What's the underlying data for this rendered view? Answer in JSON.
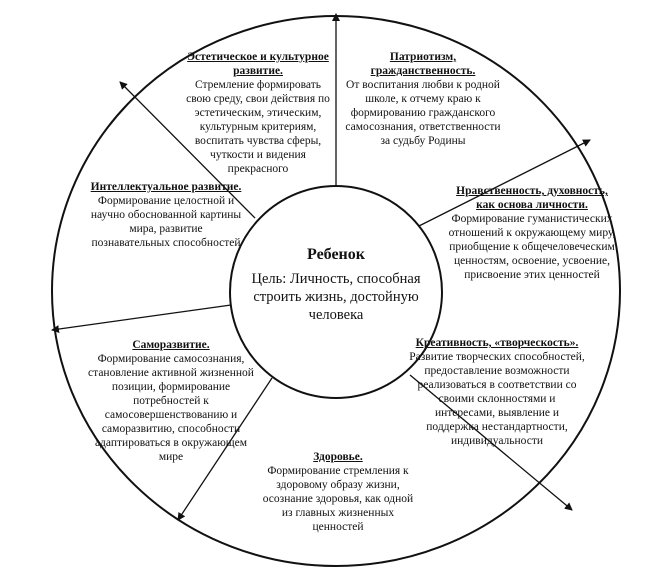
{
  "center": {
    "title": "Ребенок",
    "goal": "Цель: Личность, способная строить жизнь, достойную человека"
  },
  "sectors": [
    {
      "title": "Эстетическое и культурное развитие.",
      "description": "Стремление формировать свою среду, свои действия по эстетическим, этическим, культурным критериям, воспитать чувства сферы, чуткости и видения прекрасного"
    },
    {
      "title": "Патриотизм, гражданственность.",
      "description": "От воспитания любви к родной школе, к отчему краю к формированию гражданского самосознания, ответственности за судьбу Родины"
    },
    {
      "title": "Нравственность, духовность, как основа личности.",
      "description": "Формирование гуманистических отношений к окружающему миру, приобщение к общечеловеческим ценностям, освоение, усвоение, присвоение этих ценностей"
    },
    {
      "title": "Креативность, «творческость».",
      "description": "Развитие творческих способностей, предоставление возможности реализоваться в соответствии со своими склонностями и интересами, выявление и поддержка нестандартности, индивидуальности"
    },
    {
      "title": "Здоровье.",
      "description": "Формирование стремления к здоровому образу жизни, осознание здоровья, как одной из главных жизненных ценностей"
    },
    {
      "title": "Саморазвитие.",
      "description": "Формирование самосознания, становление активной жизненной позиции, формирование потребностей к самосовершенствованию и саморазвитию, способности адаптироваться в окружающем мире"
    },
    {
      "title": "Интеллектуальное развитие.",
      "description": "Формирование целостной и научно обоснованной картины мира, развитие познавательных способностей"
    }
  ]
}
